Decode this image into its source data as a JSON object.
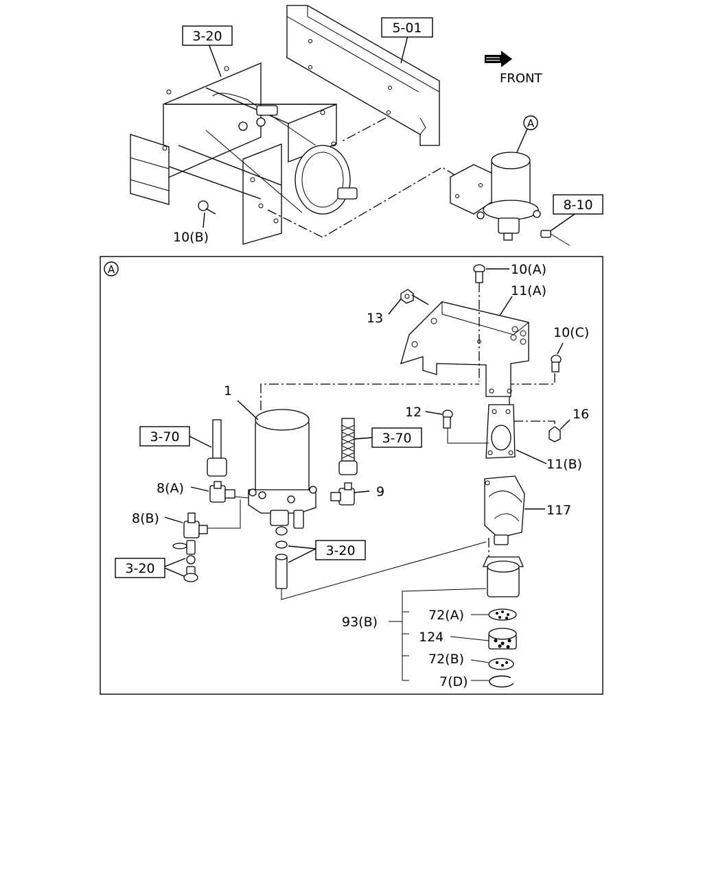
{
  "labels": {
    "ref_3_20_top": "3-20",
    "ref_5_01": "5-01",
    "front": "FRONT",
    "circle_a_top": "A",
    "ref_8_10": "8-10",
    "p10b": "10(B)",
    "circle_a_detail": "A",
    "p10a": "10(A)",
    "p11a": "11(A)",
    "p13": "13",
    "p10c": "10(C)",
    "p1": "1",
    "p12": "12",
    "p16": "16",
    "ref_3_70_left": "3-70",
    "ref_3_70_right": "3-70",
    "p11b": "11(B)",
    "p8a": "8(A)",
    "p9": "9",
    "p117": "117",
    "p8b": "8(B)",
    "ref_3_20_mid": "3-20",
    "ref_3_20_left": "3-20",
    "p93b": "93(B)",
    "p72a": "72(A)",
    "p124": "124",
    "p72b": "72(B)",
    "p7d": "7(D)"
  }
}
